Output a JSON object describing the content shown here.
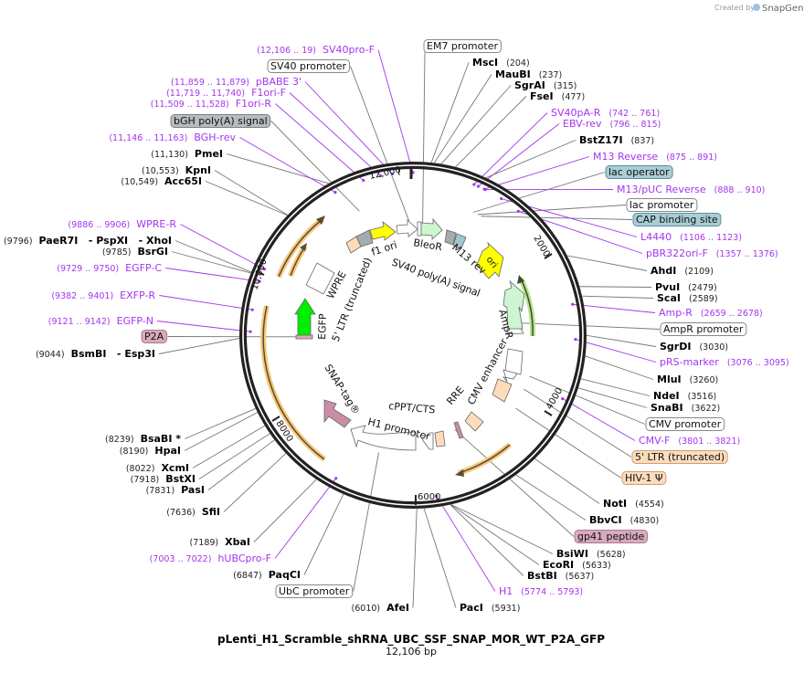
{
  "credit": {
    "created_by": "Created by",
    "brand": "SnapGene"
  },
  "map": {
    "title": "pLenti_H1_Scramble_shRNA_UBC_SSF_SNAP_MOR_WT_P2A_GFP",
    "length": "12,106 bp",
    "ticks": [
      "12,000",
      "2000",
      "4000",
      "6000",
      "8000",
      "10,000"
    ],
    "colors": {
      "primer": "#a335ee",
      "backbone": "#222222",
      "orange_arrow": "#f7c77a",
      "green_arrow": "#b7e48a"
    }
  },
  "right_labels": [
    {
      "type": "feature",
      "name": "EM7 promoter",
      "fill": "#ffffff",
      "stroke": "#888888"
    },
    {
      "type": "enzyme",
      "name": "MscI",
      "pos": "(204)"
    },
    {
      "type": "enzyme",
      "name": "MauBI",
      "pos": "(237)"
    },
    {
      "type": "enzyme",
      "name": "SgrAI",
      "pos": "(315)"
    },
    {
      "type": "enzyme",
      "name": "FseI",
      "pos": "(477)"
    },
    {
      "type": "primer",
      "name": "SV40pA-R",
      "pos": "(742 .. 761)"
    },
    {
      "type": "primer",
      "name": "EBV-rev",
      "pos": "(796 .. 815)"
    },
    {
      "type": "enzyme",
      "name": "BstZ17I",
      "pos": "(837)"
    },
    {
      "type": "primer",
      "name": "M13 Reverse",
      "pos": "(875 .. 891)"
    },
    {
      "type": "feature",
      "name": "lac operator",
      "fill": "#a9cdd5",
      "stroke": "#5a8f9b"
    },
    {
      "type": "primer",
      "name": "M13/pUC Reverse",
      "pos": "(888 .. 910)"
    },
    {
      "type": "feature",
      "name": "lac promoter",
      "fill": "#ffffff",
      "stroke": "#888888"
    },
    {
      "type": "feature",
      "name": "CAP binding site",
      "fill": "#a9cdd5",
      "stroke": "#5a8f9b"
    },
    {
      "type": "primer",
      "name": "L4440",
      "pos": "(1106 .. 1123)"
    },
    {
      "type": "primer",
      "name": "pBR322ori-F",
      "pos": "(1357 .. 1376)"
    },
    {
      "type": "enzyme",
      "name": "AhdI",
      "pos": "(2109)"
    },
    {
      "type": "enzyme",
      "name": "PvuI",
      "pos": "(2479)"
    },
    {
      "type": "enzyme",
      "name": "ScaI",
      "pos": "(2589)"
    },
    {
      "type": "primer",
      "name": "Amp-R",
      "pos": "(2659 .. 2678)"
    },
    {
      "type": "feature",
      "name": "AmpR promoter",
      "fill": "#ffffff",
      "stroke": "#888888"
    },
    {
      "type": "enzyme",
      "name": "SgrDI",
      "pos": "(3030)"
    },
    {
      "type": "primer",
      "name": "pRS-marker",
      "pos": "(3076 .. 3095)"
    },
    {
      "type": "enzyme",
      "name": "MluI",
      "pos": "(3260)"
    },
    {
      "type": "enzyme",
      "name": "NdeI",
      "pos": "(3516)"
    },
    {
      "type": "enzyme",
      "name": "SnaBI",
      "pos": "(3622)"
    },
    {
      "type": "feature",
      "name": "CMV promoter",
      "fill": "#ffffff",
      "stroke": "#888888"
    },
    {
      "type": "primer",
      "name": "CMV-F",
      "pos": "(3801 .. 3821)"
    },
    {
      "type": "feature",
      "name": "5' LTR (truncated)",
      "fill": "#fddcbc",
      "stroke": "#c9a07a"
    },
    {
      "type": "feature",
      "name": "HIV-1 Ψ",
      "fill": "#fddcbc",
      "stroke": "#c9a07a"
    },
    {
      "type": "enzyme",
      "name": "NotI",
      "pos": "(4554)"
    },
    {
      "type": "enzyme",
      "name": "BbvCI",
      "pos": "(4830)"
    },
    {
      "type": "feature",
      "name": "gp41 peptide",
      "fill": "#d9aabd",
      "stroke": "#a77c8e"
    },
    {
      "type": "enzyme",
      "name": "BsiWI",
      "pos": "(5628)"
    },
    {
      "type": "enzyme",
      "name": "EcoRI",
      "pos": "(5633)"
    },
    {
      "type": "enzyme",
      "name": "BstBI",
      "pos": "(5637)"
    },
    {
      "type": "primer",
      "name": "H1",
      "pos": "(5774 .. 5793)"
    },
    {
      "type": "enzyme",
      "name": "PacI",
      "pos": "(5931)"
    }
  ],
  "left_labels": [
    {
      "type": "enzyme",
      "name": "AfeI",
      "pos": "(6010)"
    },
    {
      "type": "feature",
      "name": "UbC promoter",
      "fill": "#ffffff",
      "stroke": "#888888"
    },
    {
      "type": "enzyme",
      "name": "PaqCI",
      "pos": "(6847)"
    },
    {
      "type": "primer",
      "name": "hUBCpro-F",
      "pos": "(7003 .. 7022)"
    },
    {
      "type": "enzyme",
      "name": "XbaI",
      "pos": "(7189)"
    },
    {
      "type": "enzyme",
      "name": "SfiI",
      "pos": "(7636)"
    },
    {
      "type": "enzyme",
      "name": "PasI",
      "pos": "(7831)"
    },
    {
      "type": "enzyme",
      "name": "BstXI",
      "pos": "(7918)"
    },
    {
      "type": "enzyme",
      "name": "XcmI",
      "pos": "(8022)"
    },
    {
      "type": "enzyme",
      "name": "HpaI",
      "pos": "(8190)"
    },
    {
      "type": "enzyme",
      "name": "BsaBI *",
      "pos": "(8239)"
    },
    {
      "type": "enzyme",
      "name": "BsmBI   - Esp3I",
      "pos": "(9044)"
    },
    {
      "type": "feature",
      "name": "P2A",
      "fill": "#d9aabd",
      "stroke": "#a77c8e"
    },
    {
      "type": "primer",
      "name": "EGFP-N",
      "pos": "(9121 .. 9142)"
    },
    {
      "type": "primer",
      "name": "EXFP-R",
      "pos": "(9382 .. 9401)"
    },
    {
      "type": "primer",
      "name": "EGFP-C",
      "pos": "(9729 .. 9750)"
    },
    {
      "type": "enzyme",
      "name": "BsrGI",
      "pos": "(9785)"
    },
    {
      "type": "enzyme",
      "name": "PaeR7I   - PspXI   - XhoI",
      "pos": "(9796)"
    },
    {
      "type": "primer",
      "name": "WPRE-R",
      "pos": "(9886 .. 9906)"
    },
    {
      "type": "enzyme",
      "name": "Acc65I",
      "pos": "(10,549)"
    },
    {
      "type": "enzyme",
      "name": "KpnI",
      "pos": "(10,553)"
    },
    {
      "type": "enzyme",
      "name": "PmeI",
      "pos": "(11,130)"
    },
    {
      "type": "primer",
      "name": "BGH-rev",
      "pos": "(11,146 .. 11,163)"
    },
    {
      "type": "feature",
      "name": "bGH poly(A) signal",
      "fill": "#b8bbbf",
      "stroke": "#7d8084"
    },
    {
      "type": "primer",
      "name": "F1ori-R",
      "pos": "(11,509 .. 11,528)"
    },
    {
      "type": "primer",
      "name": "F1ori-F",
      "pos": "(11,719 .. 11,740)"
    },
    {
      "type": "primer",
      "name": "pBABE 3'",
      "pos": "(11,859 .. 11,879)"
    },
    {
      "type": "feature",
      "name": "SV40 promoter",
      "fill": "#ffffff",
      "stroke": "#888888"
    },
    {
      "type": "primer",
      "name": "SV40pro-F",
      "pos": "(12,106 .. 19)"
    }
  ],
  "inner_features": {
    "f1_ori": "f1 ori",
    "bleor": "BleoR",
    "sv40_polya": "SV40 poly(A) signal",
    "m13_rev": "M13 rev",
    "ori": "ori",
    "ampr": "AmpR",
    "cmv_enhancer": "CMV enhancer",
    "rre": "RRE",
    "cppt": "cPPT/CTS",
    "h1_promoter": "H1 promoter",
    "snap_tag": "SNAP-tag®",
    "egfp": "EGFP",
    "ltr5": "5' LTR (truncated)",
    "wpre": "WPRE"
  }
}
